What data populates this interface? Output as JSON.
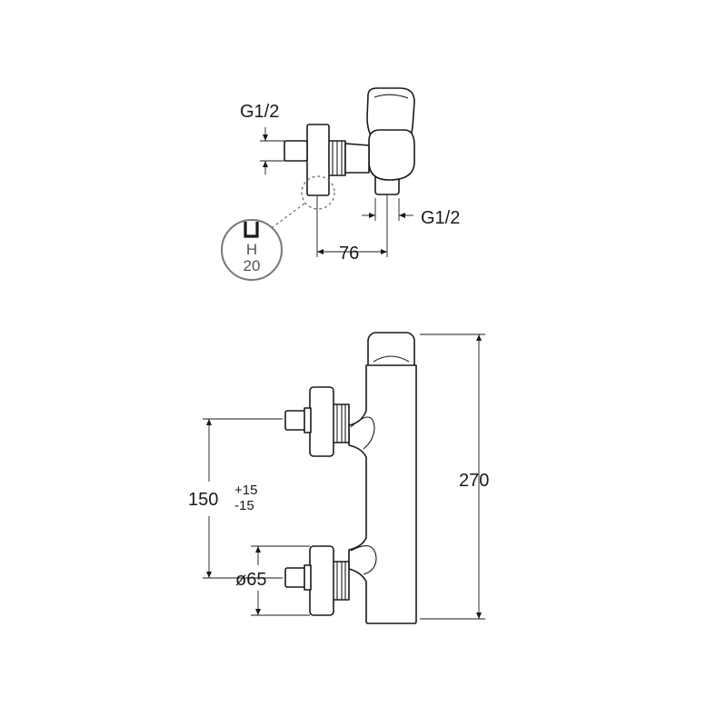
{
  "side_view": {
    "inlet_thread_label": "G1/2",
    "outlet_thread_label": "G1/2",
    "depth_label": "76",
    "detail": {
      "symbol_label": "H",
      "value_label": "20"
    }
  },
  "front_view": {
    "height_label": "270",
    "spacing_label": "150",
    "tolerance_plus": "+15",
    "tolerance_minus": "-15",
    "diameter_label": "ø65"
  }
}
